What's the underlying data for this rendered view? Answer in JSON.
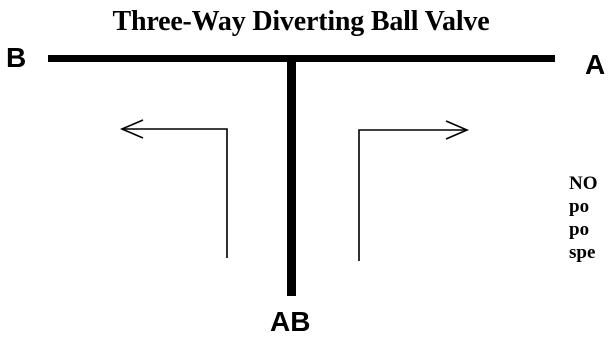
{
  "diagram": {
    "title": "Three-Way Diverting Ball Valve",
    "ports": {
      "b_label": "B",
      "a_label": "A",
      "ab_label": "AB"
    },
    "note_lines": [
      "NO",
      "po",
      "po",
      "spe"
    ],
    "colors": {
      "line": "#000000",
      "background": "#ffffff"
    },
    "flow_arrows": [
      {
        "from": "AB",
        "to": "B"
      },
      {
        "from": "AB",
        "to": "A"
      }
    ]
  }
}
